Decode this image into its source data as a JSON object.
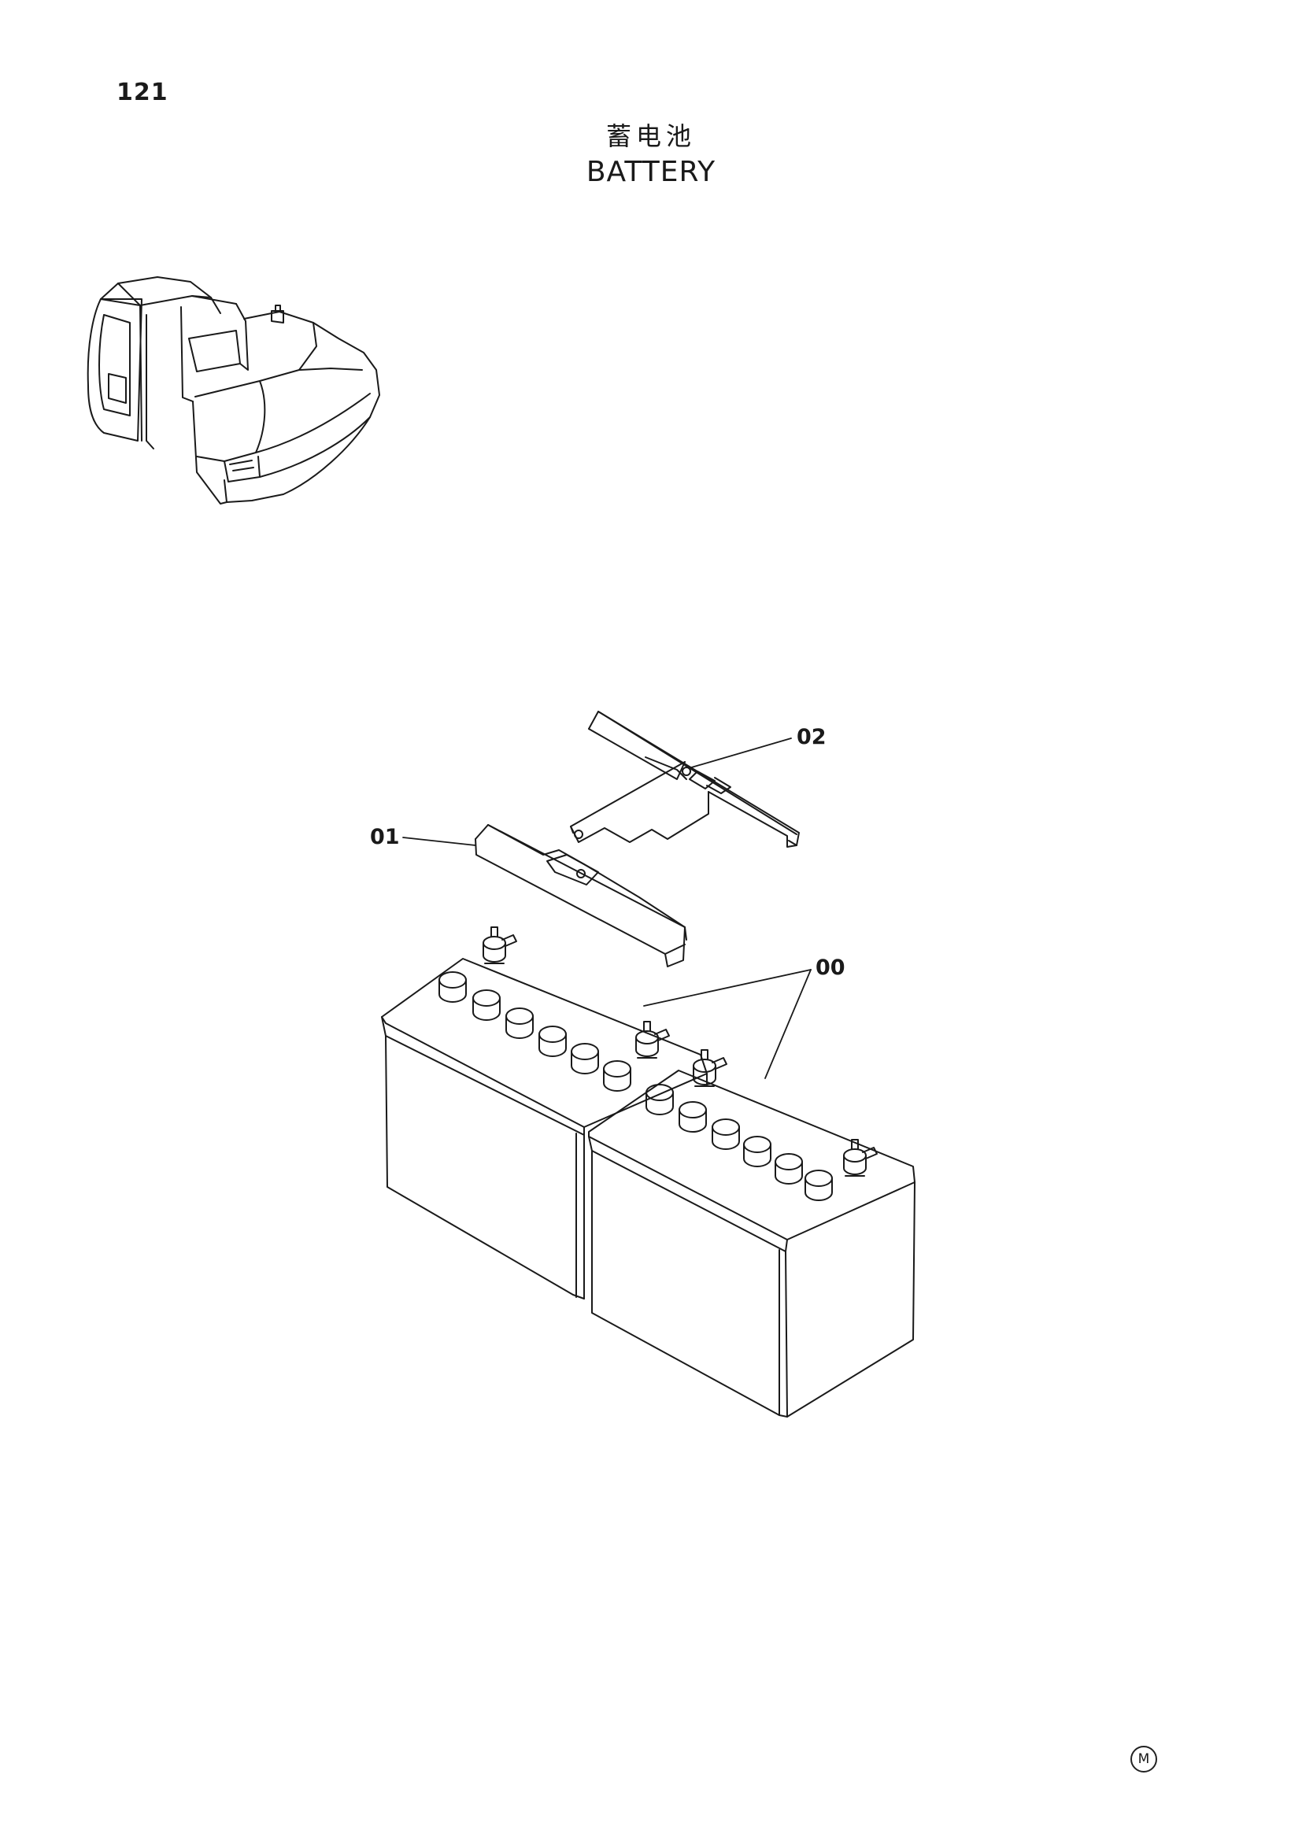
{
  "page": {
    "number": "121",
    "title_cn": "蓄电池",
    "title_en": "BATTERY",
    "corner_mark": "M"
  },
  "callouts": {
    "part_00": "00",
    "part_01": "01",
    "part_02": "02"
  },
  "colors": {
    "ink": "#1a1a1a",
    "paper": "#ffffff"
  }
}
